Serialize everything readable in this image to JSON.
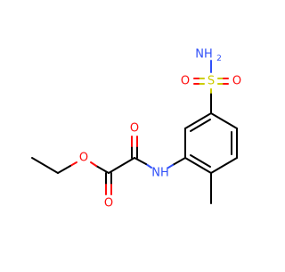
{
  "molecule": {
    "atom_labels": {
      "sulfonamide_nh2": "NH",
      "sulfonamide_nh2_subscript": "2",
      "sulfur": "S",
      "sulfonyl_o_left": "O",
      "sulfonyl_o_right": "O",
      "amide_nh": "NH",
      "amide_carbonyl_o": "O",
      "ester_carbonyl_o": "O",
      "ester_o": "O"
    },
    "colors": {
      "carbon_bond": "#000000",
      "oxygen": "#ff0d0d",
      "nitrogen": "#3050f8",
      "sulfur": "#cccc00"
    }
  }
}
